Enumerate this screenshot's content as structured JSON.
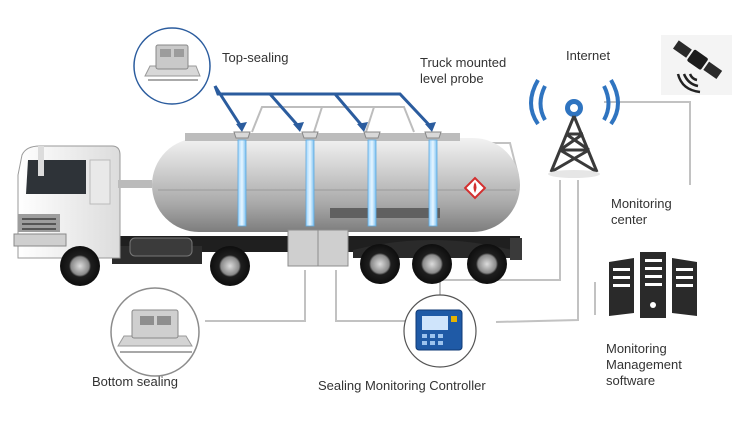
{
  "labels": {
    "top_sealing": "Top-sealing",
    "probe_line1": "Truck mounted",
    "probe_line2": "level probe",
    "internet": "Internet",
    "center_line1": "Monitoring",
    "center_line2": "center",
    "software_line1": "Monitoring",
    "software_line2": "Management",
    "software_line3": "software",
    "bottom_sealing": "Bottom sealing",
    "controller": "Sealing Monitoring Controller"
  },
  "icons": {
    "top_seal": "seal-device-icon",
    "bottom_seal": "seal-device-icon",
    "controller": "controller-box-icon",
    "tower": "antenna-tower-icon",
    "satellite": "satellite-icon",
    "servers": "server-rack-icon",
    "probe": "level-probe-icon",
    "hazard": "flammable-hazard-icon"
  },
  "colors": {
    "probe_line": "#2b5c9e",
    "connector": "#c2c2c2",
    "tower": "#3a3a3a",
    "wave": "#2f74c0",
    "controller_screen": "#1f5aa6",
    "hazard": "#d32f2f"
  }
}
